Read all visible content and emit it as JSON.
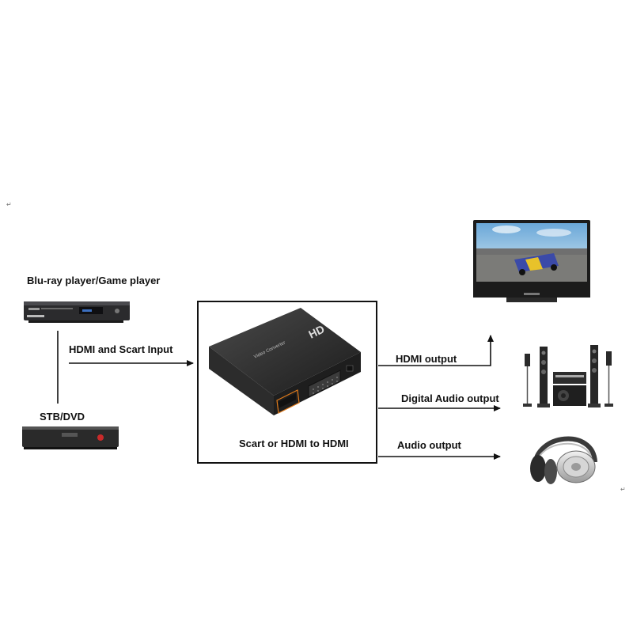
{
  "diagram": {
    "sources": {
      "bluray_label": "Blu-ray player/Game player",
      "stb_label": "STB/DVD"
    },
    "input_label": "HDMI and Scart Input",
    "converter": {
      "label": "Scart or HDMI to HDMI",
      "device_text": "HD",
      "device_subtext": "Video Converter"
    },
    "outputs": {
      "hdmi_label": "HDMI output",
      "digital_audio_label": "Digital Audio output",
      "audio_label": "Audio output"
    },
    "marks": {
      "return_symbol": "↵"
    },
    "colors": {
      "line": "#111111",
      "device_dark": "#2a2a2a",
      "accent_orange": "#e07a1a"
    }
  }
}
